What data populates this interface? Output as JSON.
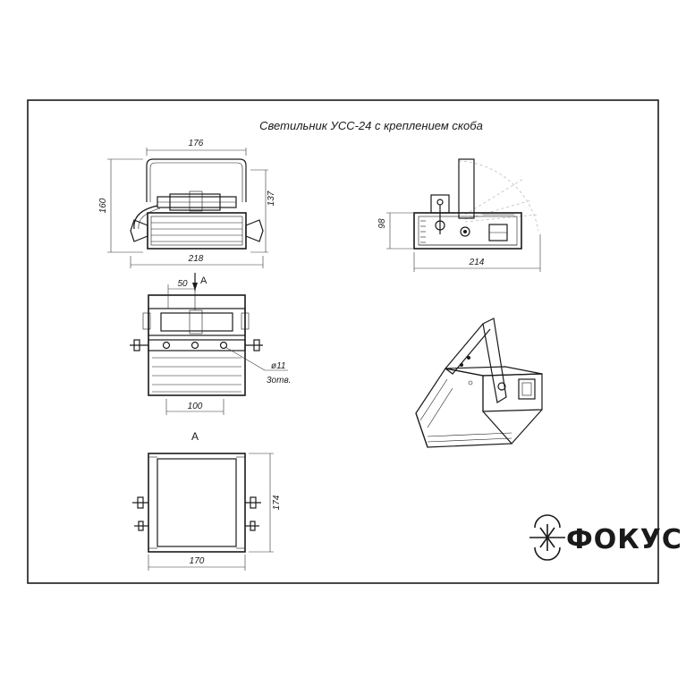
{
  "title": "Светильник УСС-24 с креплением скоба",
  "front_view": {
    "width": "176",
    "height_overall": "160",
    "height_body": "137",
    "width_overall": "218"
  },
  "side_view": {
    "height": "98",
    "width": "214"
  },
  "top_view": {
    "offset": "50",
    "section_mark": "A",
    "hole_spacing": "100",
    "hole_diameter": "ø11",
    "hole_count": "3отв."
  },
  "section_view": {
    "label": "A",
    "height": "174",
    "width": "170"
  },
  "brand": {
    "name": "ФОКУС",
    "logo_icon": "focus-logo-icon"
  },
  "colors": {
    "line": "#1a1a1a",
    "hidden": "#b5b5b5",
    "background": "#ffffff"
  }
}
